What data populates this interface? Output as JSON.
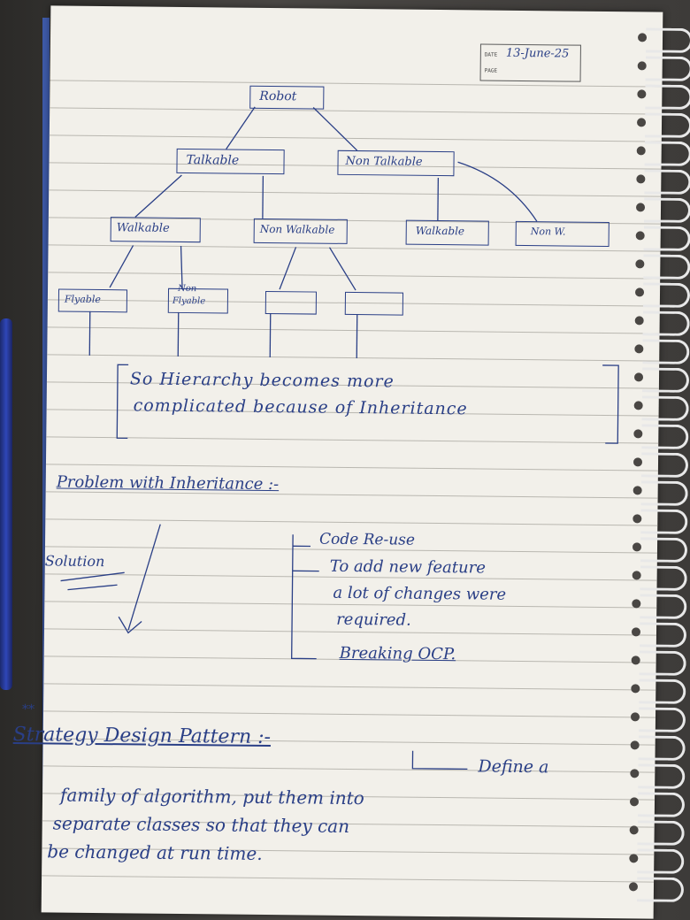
{
  "header": {
    "date_label": "DATE",
    "page_label": "PAGE",
    "date_value": "13-June-25"
  },
  "hierarchy": {
    "root": "Robot",
    "level1": [
      "Talkable",
      "Non Talkable"
    ],
    "level2": [
      "Walkable",
      "Non Walkable",
      "Walkable",
      "Non W."
    ],
    "level3": [
      "Flyable",
      "Non",
      "Flyable"
    ]
  },
  "note": {
    "line1": "So Hierarchy becomes more",
    "line2": "complicated because of Inheritance"
  },
  "problem": {
    "heading": "Problem with Inheritance :-",
    "solution_label": "Solution",
    "points": [
      "Code Re-use",
      "To add new feature",
      "a lot of changes were",
      "required.",
      "Breaking OCP."
    ]
  },
  "strategy": {
    "stars": "**",
    "heading": "Strategy Design Pattern :-",
    "arrow_text": "Define a",
    "line1": "family of algorithm, put them into",
    "line2": "separate classes so that they can",
    "line3": "be changed at run time."
  }
}
